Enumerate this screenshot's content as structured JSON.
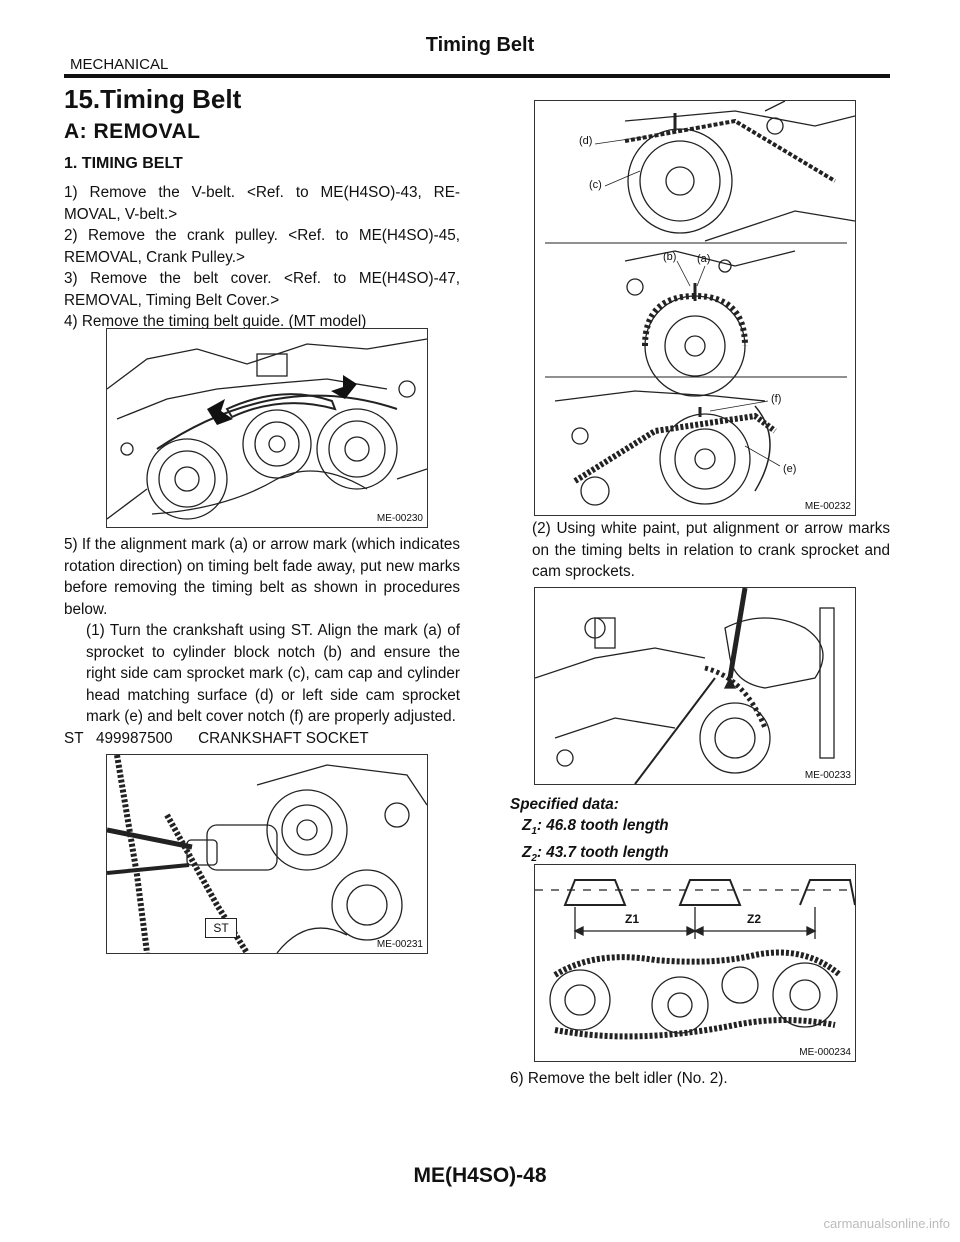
{
  "header": {
    "section": "MECHANICAL",
    "title": "Timing Belt"
  },
  "headings": {
    "h1": "15.Timing Belt",
    "h2": "A: REMOVAL",
    "h3": "1. TIMING BELT"
  },
  "left_column": {
    "steps": [
      "1) Remove the V-belt. <Ref. to ME(H4SO)-43, RE-MOVAL, V-belt.>",
      "2) Remove the crank pulley. <Ref. to ME(H4SO)-45, REMOVAL, Crank Pulley.>",
      "3) Remove the belt cover. <Ref. to ME(H4SO)-47, REMOVAL, Timing Belt Cover.>",
      "4) Remove the timing belt guide. (MT model)"
    ],
    "step5": "5) If the alignment mark (a) or arrow mark (which indicates rotation direction) on timing belt fade away, put new marks before removing the timing belt as shown in procedures below.",
    "step5_1": "(1) Turn the crankshaft using ST. Align the mark (a) of sprocket to cylinder block notch (b) and ensure the right side cam sprocket mark (c), cam cap and cylinder head matching surface (d) or left side cam sprocket mark (e) and belt cover notch (f) are properly adjusted.",
    "st_line": "ST   499987500      CRANKSHAFT SOCKET"
  },
  "right_column": {
    "step5_2": "(2) Using white paint, put alignment or arrow marks on the timing belts in relation to crank sprocket and cam sprockets.",
    "spec_title": "Specified data:",
    "z1_sym": "Z",
    "z1_sub": "1",
    "z1_text": ": 46.8 tooth length",
    "z2_sym": "Z",
    "z2_sub": "2",
    "z2_text": ": 43.7 tooth length",
    "step6": "6) Remove the belt idler (No. 2)."
  },
  "figures": {
    "fig1": {
      "id": "ME-00230"
    },
    "fig2": {
      "id": "ME-00231",
      "st_label": "ST"
    },
    "fig3": {
      "id": "ME-00232",
      "labels": {
        "a": "(a)",
        "b": "(b)",
        "c": "(c)",
        "d": "(d)",
        "e": "(e)",
        "f": "(f)"
      }
    },
    "fig4": {
      "id": "ME-00233"
    },
    "fig5": {
      "id": "ME-000234",
      "z1": "Z1",
      "z2": "Z2"
    }
  },
  "footer": {
    "page": "ME(H4SO)-48"
  },
  "watermark": "carmanualsonline.info"
}
